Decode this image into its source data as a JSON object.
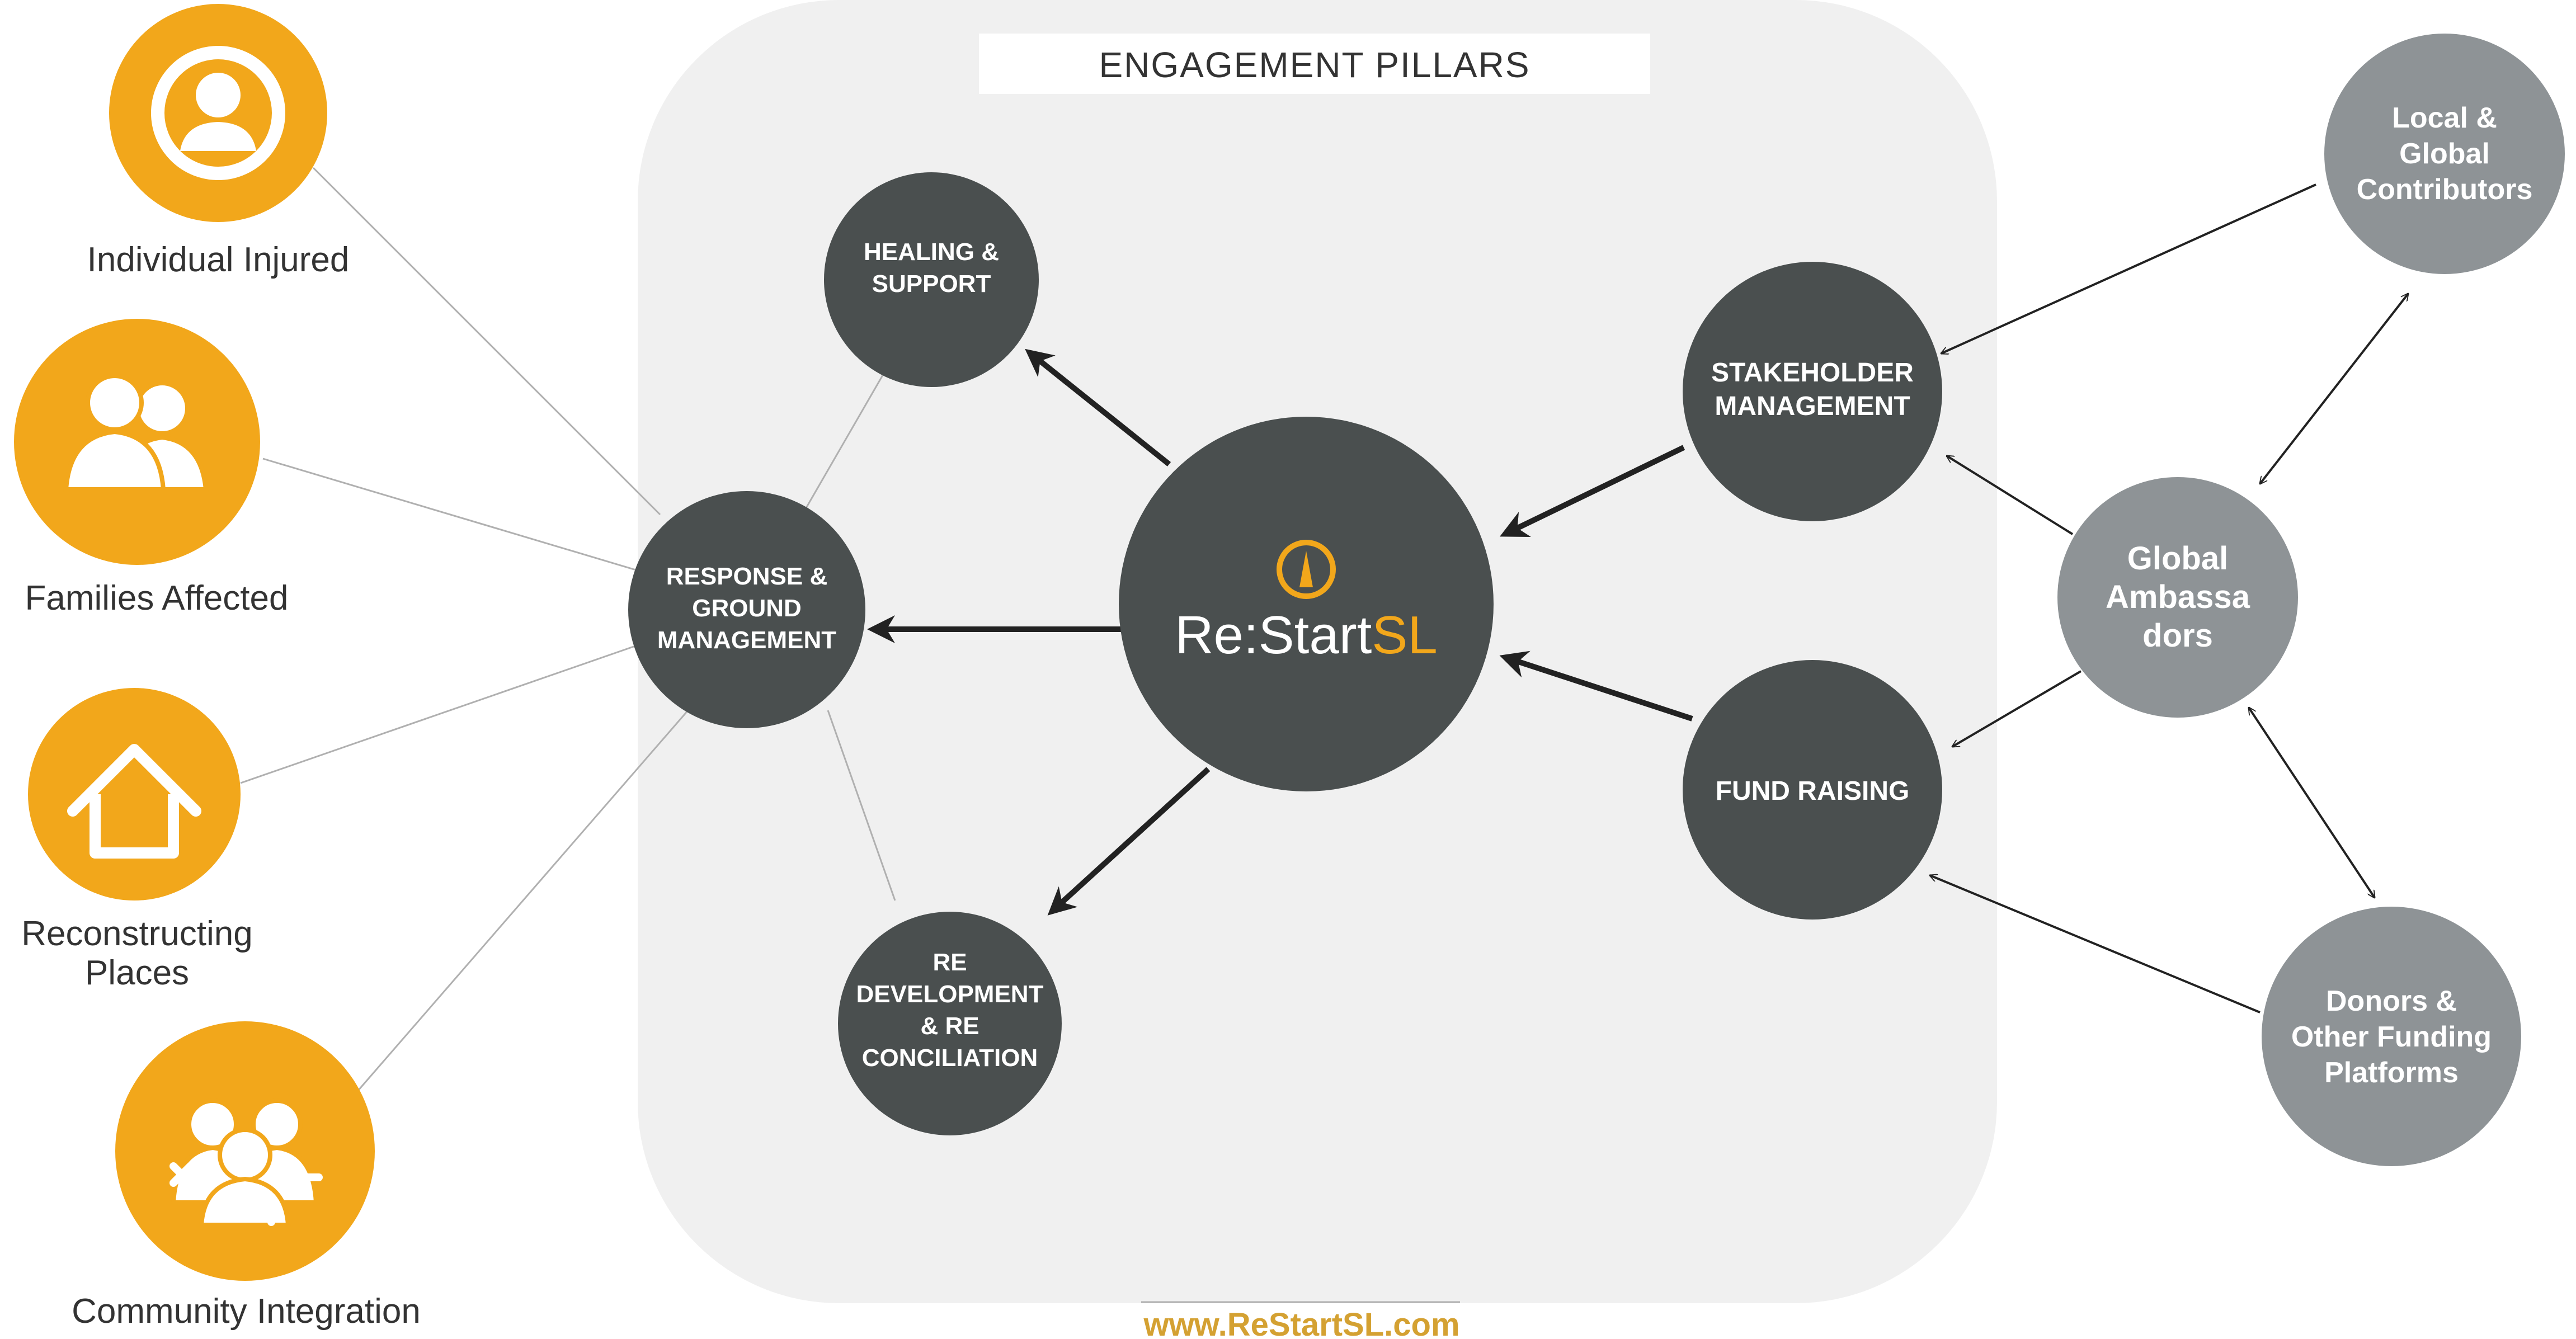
{
  "title": "ENGAGEMENT PILLARS",
  "center_logo": {
    "prefix": "Re:Start",
    "suffix": "SL"
  },
  "footer_url": "www.ReStartSL.com",
  "colors": {
    "orange": "#F2A71B",
    "dark_node": "#4A4F4F",
    "grey_node": "#8E9396",
    "panel": "#F0F0F0",
    "link": "#B0B0B0",
    "arrow": "#222222"
  },
  "left_items": [
    {
      "label": [
        "Individual Injured"
      ],
      "icon": "person-icon"
    },
    {
      "label": [
        "Families Affected"
      ],
      "icon": "family-icon"
    },
    {
      "label": [
        "Reconstructing",
        "Places"
      ],
      "icon": "house-icon"
    },
    {
      "label": [
        "Community Integration"
      ],
      "icon": "community-icon"
    }
  ],
  "pillars": [
    {
      "label": [
        "HEALING &",
        "SUPPORT"
      ]
    },
    {
      "label": [
        "RESPONSE &",
        "GROUND",
        "MANAGEMENT"
      ]
    },
    {
      "label": [
        "RE",
        "DEVELOPMENT",
        "& RE",
        "CONCILIATION"
      ]
    },
    {
      "label": [
        "STAKEHOLDER",
        "MANAGEMENT"
      ]
    },
    {
      "label": [
        "FUND RAISING"
      ]
    }
  ],
  "external": [
    {
      "label": [
        "Local &",
        "Global",
        "Contributors"
      ]
    },
    {
      "label": [
        "Global",
        "Ambassa",
        "dors"
      ]
    },
    {
      "label": [
        "Donors &",
        "Other Funding",
        "Platforms"
      ]
    }
  ]
}
